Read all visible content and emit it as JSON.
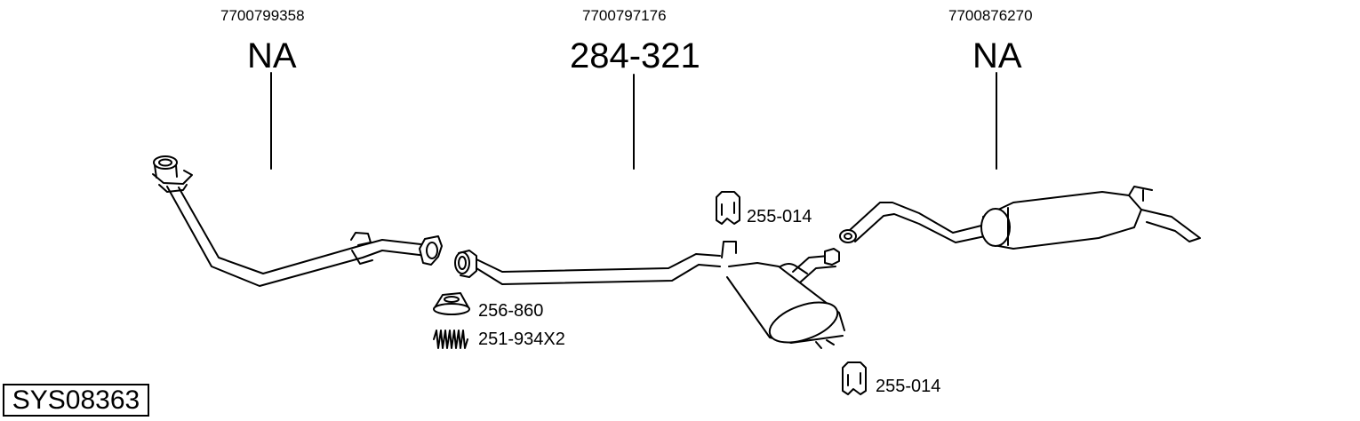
{
  "columns": [
    {
      "oem": "7700799358",
      "ref": "NA"
    },
    {
      "oem": "7700797176",
      "ref": "284-321"
    },
    {
      "oem": "7700876270",
      "ref": "NA"
    }
  ],
  "parts": {
    "hanger_top": "255-014",
    "gasket": "256-860",
    "spring": "251-934X2",
    "hanger_bottom": "255-014"
  },
  "system_code": "SYS08363"
}
